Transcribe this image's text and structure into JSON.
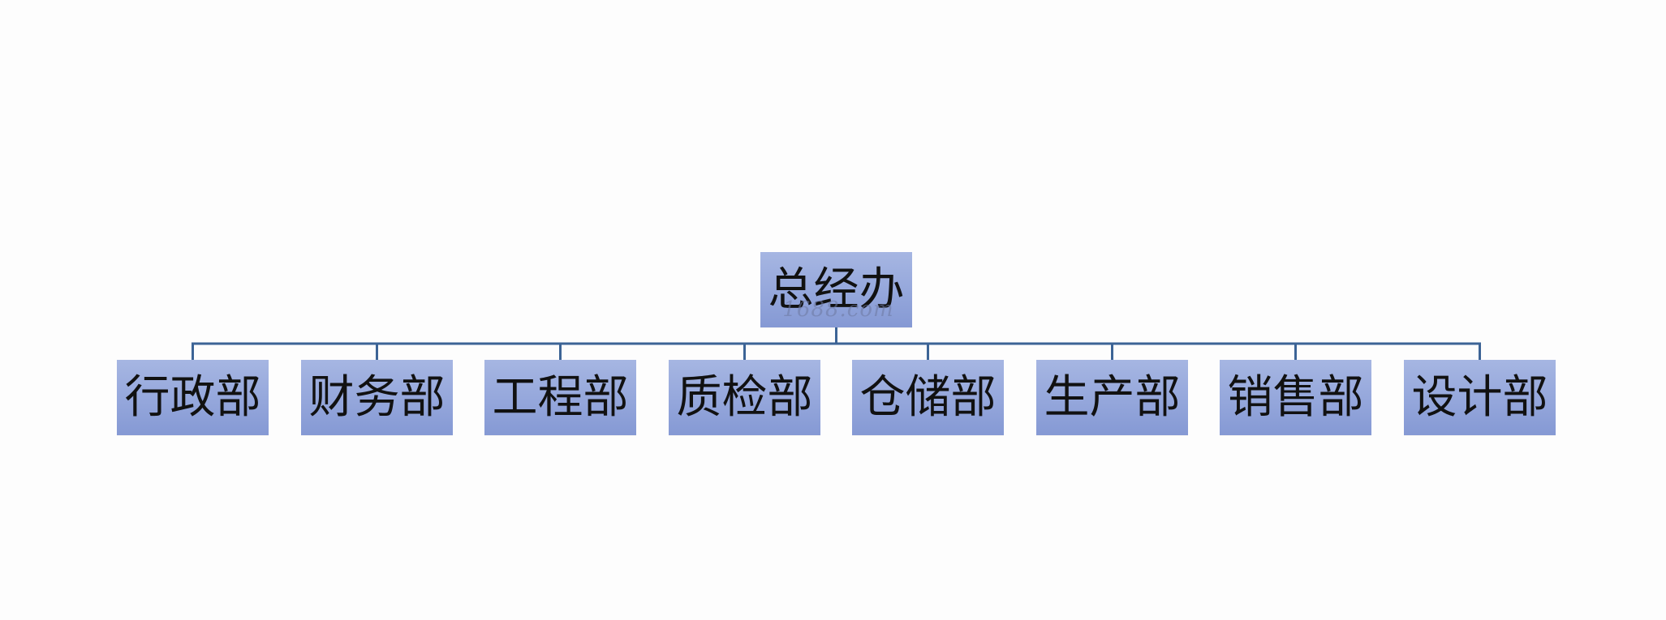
{
  "org_chart": {
    "root": {
      "label": "总经办"
    },
    "departments": [
      {
        "label": "行政部"
      },
      {
        "label": "财务部"
      },
      {
        "label": "工程部"
      },
      {
        "label": "质检部"
      },
      {
        "label": "仓储部"
      },
      {
        "label": "生产部"
      },
      {
        "label": "销售部"
      },
      {
        "label": "设计部"
      }
    ],
    "watermark": "1688.com"
  },
  "colors": {
    "background": "#fdfdfd",
    "box_fill_top": "#a6b6e2",
    "box_fill_bottom": "#8599d4",
    "connector": "#3c6496",
    "text": "#111111"
  }
}
